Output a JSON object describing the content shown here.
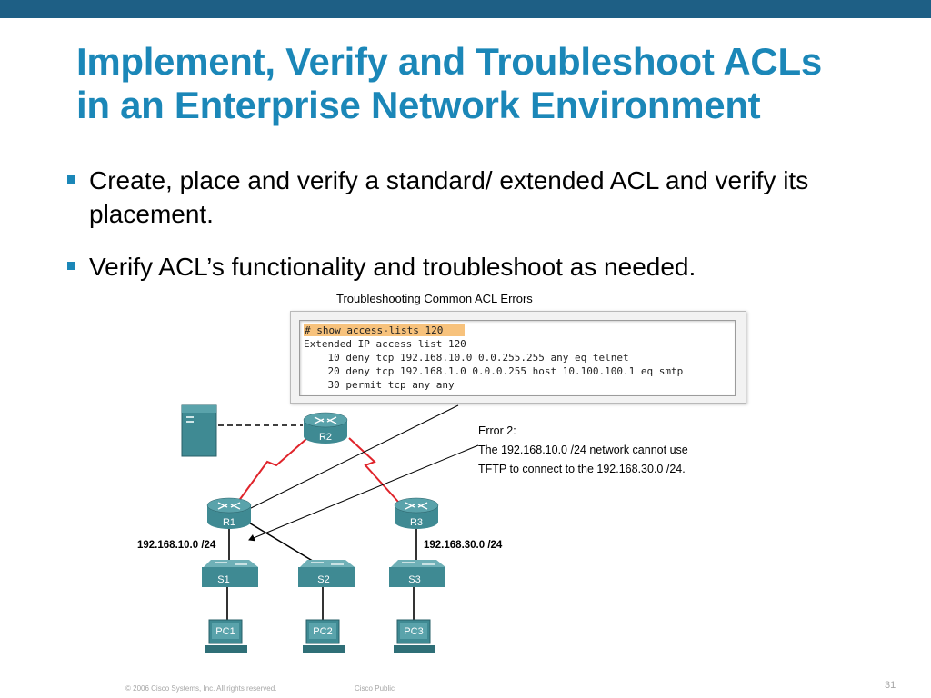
{
  "slide": {
    "title_line1": "Implement, Verify and Troubleshoot ACLs",
    "title_line2": "in an Enterprise Network Environment",
    "bullets": [
      "Create, place and verify a standard/ extended ACL and verify its placement.",
      "Verify ACL’s functionality and troubleshoot as needed."
    ]
  },
  "figure": {
    "title": "Troubleshooting Common ACL Errors",
    "cli": {
      "command": "# show access-lists 120",
      "lines": [
        "Extended IP access list 120",
        "    10 deny tcp 192.168.10.0 0.0.255.255 any eq telnet",
        "    20 deny tcp 192.168.1.0 0.0.0.255 host 10.100.100.1 eq smtp",
        "    30 permit tcp any any"
      ]
    },
    "error": {
      "heading": "Error 2:",
      "line1": "The 192.168.10.0 /24 network cannot use",
      "line2": "TFTP to connect to the 192.168.30.0 /24."
    },
    "devices": {
      "routers": [
        "R2",
        "R1",
        "R3"
      ],
      "switches": [
        "S1",
        "S2",
        "S3"
      ],
      "pcs": [
        "PC1",
        "PC2",
        "PC3"
      ]
    },
    "networks": {
      "left": "192.168.10.0 /24",
      "right": "192.168.30.0 /24"
    },
    "colors": {
      "router": "#3f8a93",
      "switch": "#4a8e96",
      "serial_link": "#e0242b",
      "highlight": "#f7c27c"
    }
  },
  "footer": {
    "copyright": "© 2006 Cisco Systems, Inc. All rights reserved.",
    "classification": "Cisco Public",
    "page_number": "31"
  },
  "theme": {
    "accent": "#1b87b8",
    "top_bar": "#1e5f85"
  }
}
